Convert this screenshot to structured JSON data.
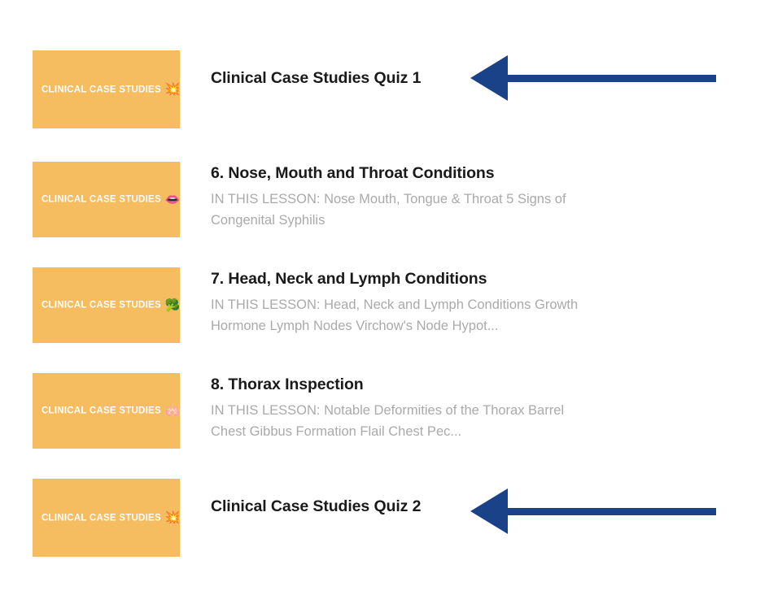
{
  "page": {
    "background_color": "#ffffff",
    "thumbnail_color": "#F5BC60",
    "accent_arrow_color": "#1A4289",
    "title_color": "#1a1a1a",
    "description_color": "#aaaaaa"
  },
  "thumbnail_label": "CLINICAL CASE STUDIES",
  "lessons": [
    {
      "type": "quiz",
      "title": "Clinical Case Studies Quiz 1",
      "description": "",
      "thumb_icon": "quiz-burst-icon",
      "thumb_glyph": "💥",
      "annotated": true
    },
    {
      "type": "lesson",
      "title": "6. Nose, Mouth and Throat Conditions",
      "description": "IN THIS LESSON: Nose Mouth, Tongue & Throat 5 Signs of Congenital Syphilis",
      "thumb_icon": "mouth-icon",
      "thumb_glyph": "👄",
      "annotated": false
    },
    {
      "type": "lesson",
      "title": "7. Head, Neck and Lymph Conditions",
      "description": "IN THIS LESSON: Head, Neck and Lymph Conditions Growth Hormone Lymph Nodes Virchow's Node Hypot...",
      "thumb_icon": "head-neck-icon",
      "thumb_glyph": "🥦",
      "annotated": false
    },
    {
      "type": "lesson",
      "title": "8. Thorax Inspection",
      "description": "IN THIS LESSON: Notable Deformities of the Thorax Barrel Chest Gibbus Formation Flail Chest Pec...",
      "thumb_icon": "lungs-icon",
      "thumb_glyph": "🫁",
      "annotated": false
    },
    {
      "type": "quiz",
      "title": "Clinical Case Studies Quiz 2",
      "description": "",
      "thumb_icon": "quiz-burst-icon",
      "thumb_glyph": "💥",
      "annotated": true
    }
  ]
}
